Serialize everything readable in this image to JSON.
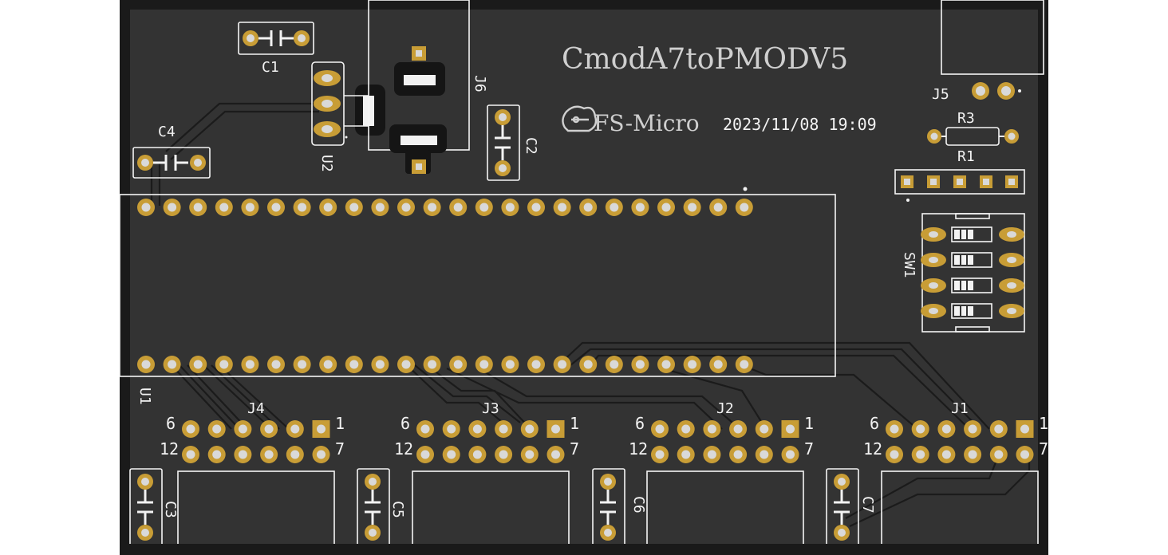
{
  "board": {
    "title": "CmodA7toPMODV5",
    "logo_text": "FS-Micro",
    "logo_icon": "fs-micro-logo-icon",
    "datetime": "2023/11/08 19:09",
    "colors": {
      "background": "#ffffff",
      "edge": "#1a1a1a",
      "substrate": "#333333",
      "silkscreen": "#f2f2f2",
      "pad": "#c89d36",
      "drill": "#d9d9d9",
      "trace": "#1b1b1b"
    }
  },
  "labels": {
    "c1": "C1",
    "c2": "C2",
    "c3": "C3",
    "c4": "C4",
    "c5": "C5",
    "c6": "C6",
    "c7": "C7",
    "u1": "U1",
    "u2": "U2",
    "j1": "J1",
    "j2": "J2",
    "j3": "J3",
    "j4": "J4",
    "j5": "J5",
    "j6": "J6",
    "r1": "R1",
    "r3": "R3",
    "sw1": "SW1"
  },
  "pmod_pins": {
    "top_first": "1",
    "top_last": "6",
    "bottom_first": "7",
    "bottom_last": "12"
  }
}
